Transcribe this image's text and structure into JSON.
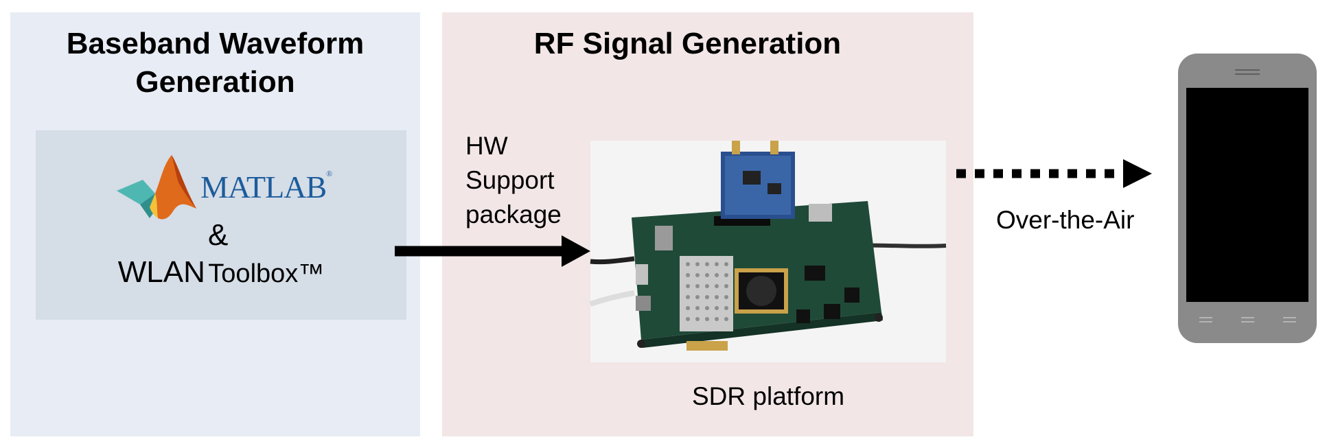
{
  "sections": {
    "baseband": {
      "title_line1": "Baseband Waveform",
      "title_line2": "Generation"
    },
    "rf": {
      "title": "RF Signal Generation"
    }
  },
  "software": {
    "logo_word": "MATLAB",
    "logo_mark": "®",
    "ampersand": "&",
    "toolbox_prefix": "WLAN",
    "toolbox_name": "Toolbox™"
  },
  "labels": {
    "hw_support_line1": "HW",
    "hw_support_line2": "Support",
    "hw_support_line3": "package",
    "sdr_platform": "SDR platform",
    "over_the_air": "Over-the-Air"
  },
  "icons": {
    "matlab_logo": "matlab-membrane-icon",
    "sdr_board": "sdr-board-icon",
    "phone": "smartphone-icon"
  },
  "colors": {
    "baseband_panel": "#e8ecf4",
    "rf_panel": "#f2e6e6",
    "matlab_box": "#d5dde7",
    "matlab_blue": "#1d5c9c",
    "board_green": "#1f4a38",
    "phone_gray": "#8a8a8a"
  }
}
